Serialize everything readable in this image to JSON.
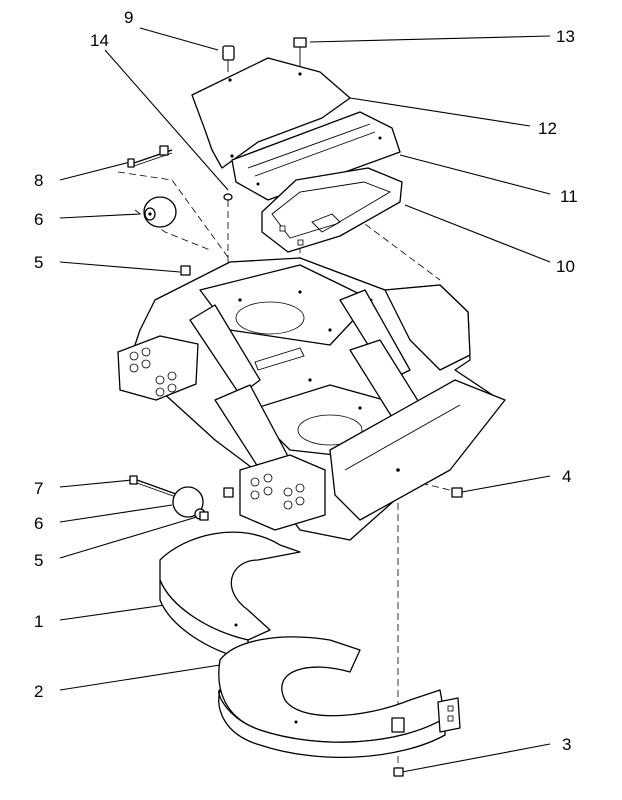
{
  "callouts": [
    {
      "label": "1"
    },
    {
      "label": "2"
    },
    {
      "label": "3"
    },
    {
      "label": "4"
    },
    {
      "label": "5"
    },
    {
      "label": "5"
    },
    {
      "label": "6"
    },
    {
      "label": "6"
    },
    {
      "label": "7"
    },
    {
      "label": "8"
    },
    {
      "label": "9"
    },
    {
      "label": "10"
    },
    {
      "label": "11"
    },
    {
      "label": "12"
    },
    {
      "label": "13"
    },
    {
      "label": "14"
    }
  ]
}
